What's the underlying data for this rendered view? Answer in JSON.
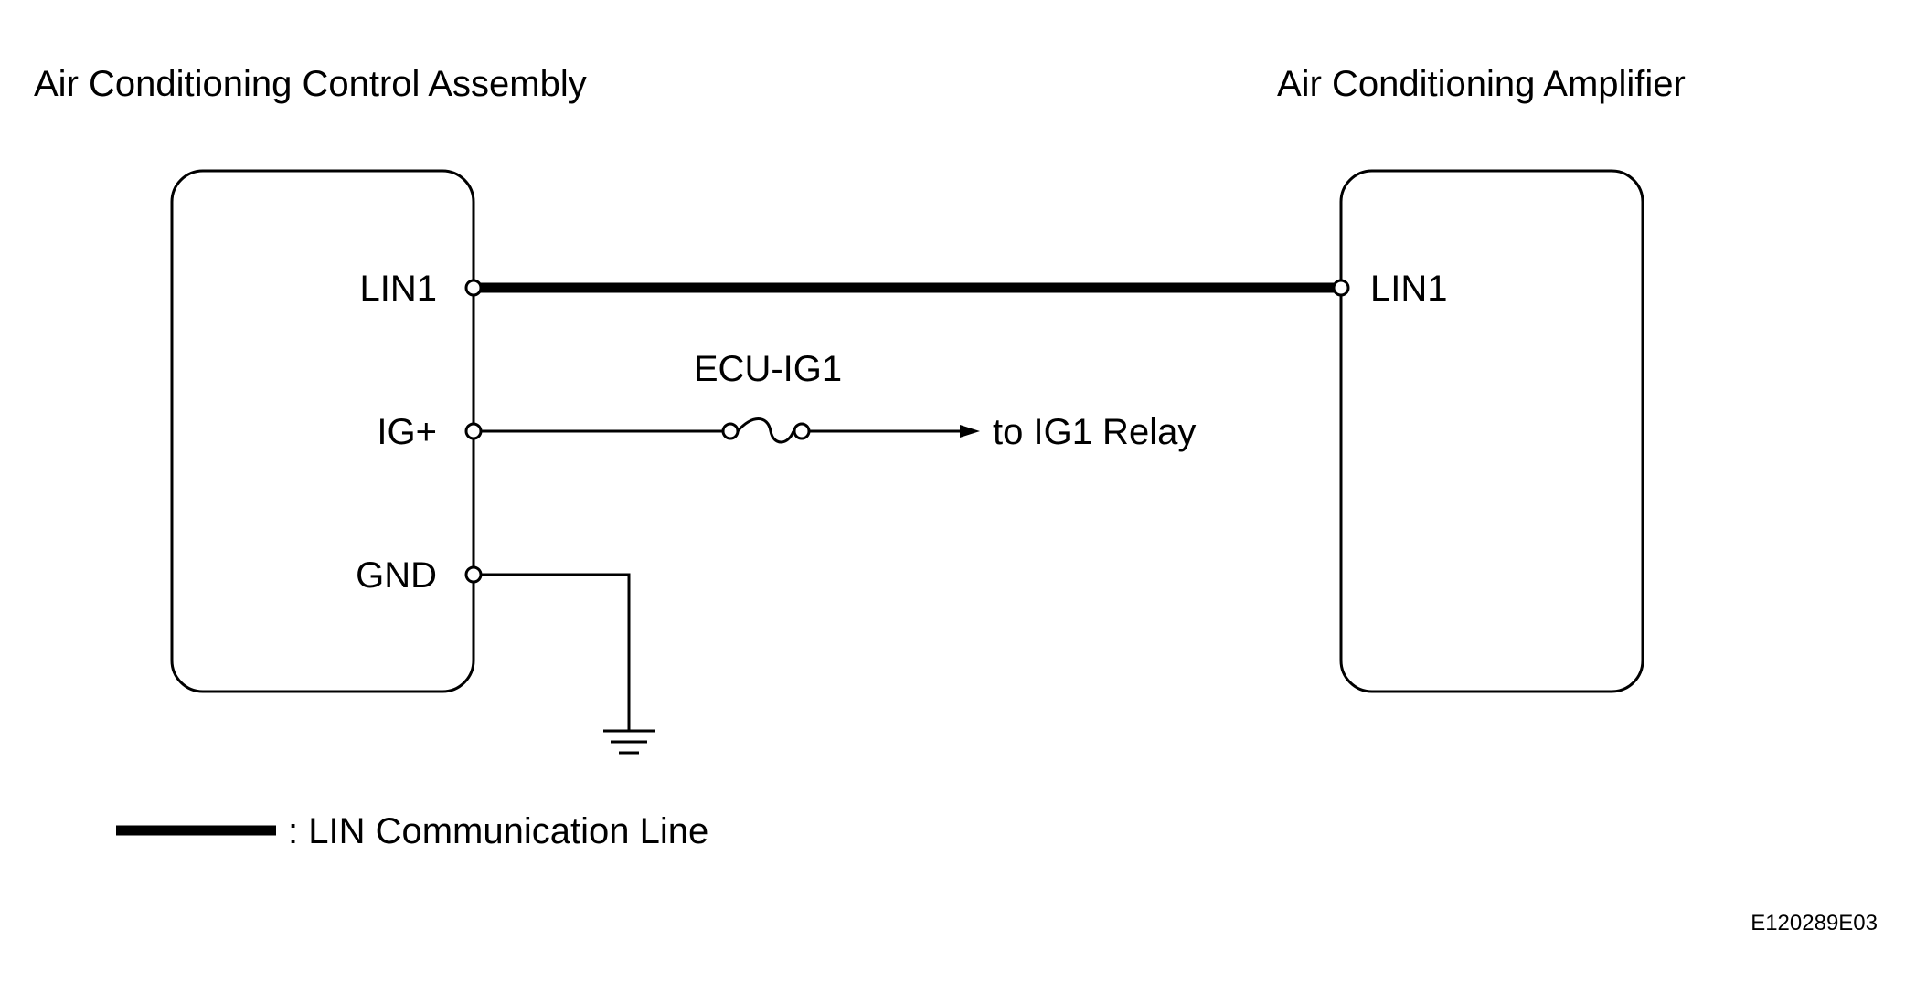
{
  "components": {
    "control_assembly": {
      "title": "Air Conditioning Control Assembly",
      "pins": [
        "LIN1",
        "IG+",
        "GND"
      ]
    },
    "amplifier": {
      "title": "Air Conditioning Amplifier",
      "pins": [
        "LIN1"
      ]
    }
  },
  "fuse": {
    "label": "ECU-IG1"
  },
  "destination": {
    "label": "to IG1 Relay"
  },
  "legend": {
    "label": ": LIN Communication Line"
  },
  "figure_code": "E120289E03",
  "colors": {
    "line": "#000000",
    "background": "#ffffff"
  }
}
